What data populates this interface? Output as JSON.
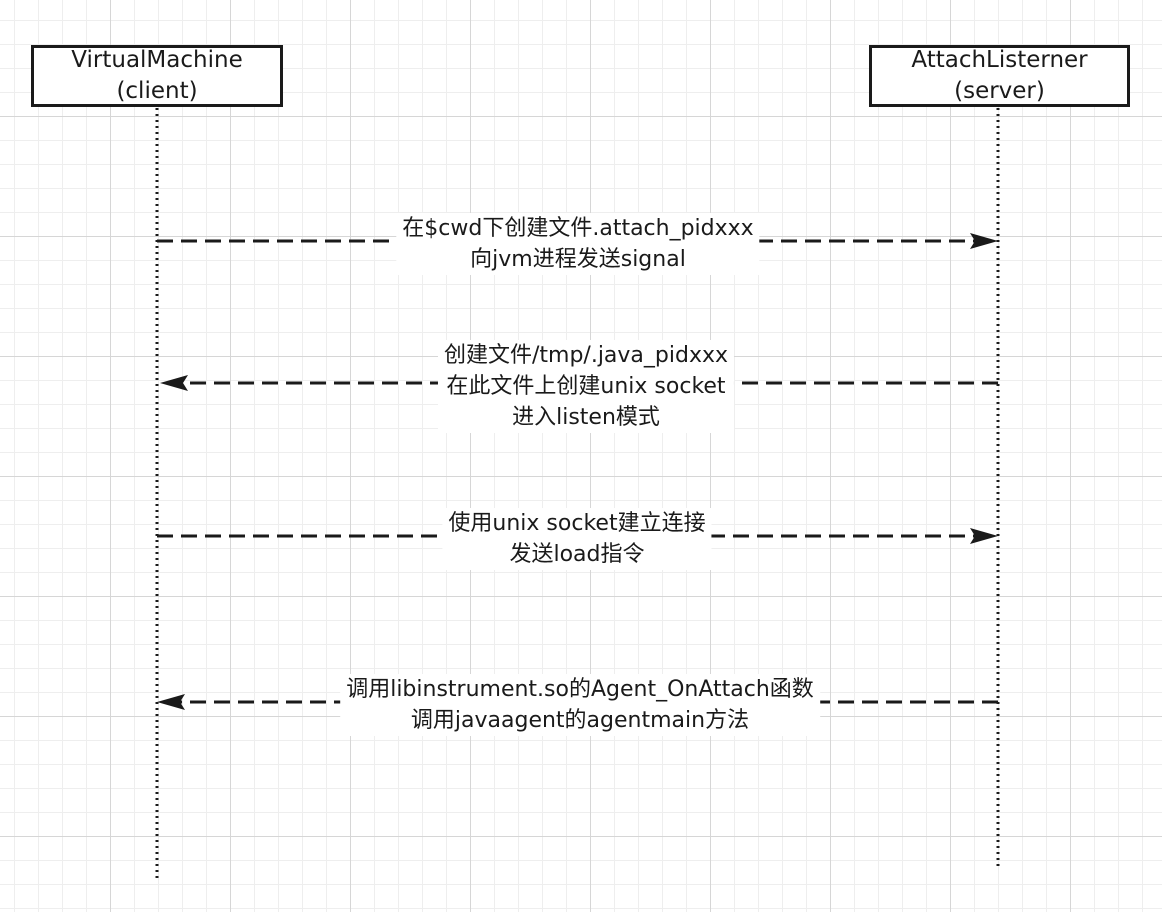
{
  "actors": {
    "client": {
      "line1": "VirtualMachine",
      "line2": "(client)"
    },
    "server": {
      "line1": "AttachListerner",
      "line2": "(server)"
    }
  },
  "messages": [
    {
      "direction": "client-to-server",
      "lines": [
        "在$cwd下创建文件.attach_pidxxx",
        "向jvm进程发送signal"
      ]
    },
    {
      "direction": "server-to-client",
      "lines": [
        "创建文件/tmp/.java_pidxxx",
        "在此文件上创建unix socket",
        "进入listen模式"
      ]
    },
    {
      "direction": "client-to-server",
      "lines": [
        "使用unix socket建立连接",
        "发送load指令"
      ]
    },
    {
      "direction": "server-to-client",
      "lines": [
        "调用libinstrument.so的Agent_OnAttach函数",
        "调用javaagent的agentmain方法"
      ]
    }
  ],
  "colors": {
    "line": "#1a1a1a",
    "grid": "#d6d6d6",
    "background": "#ffffff"
  }
}
